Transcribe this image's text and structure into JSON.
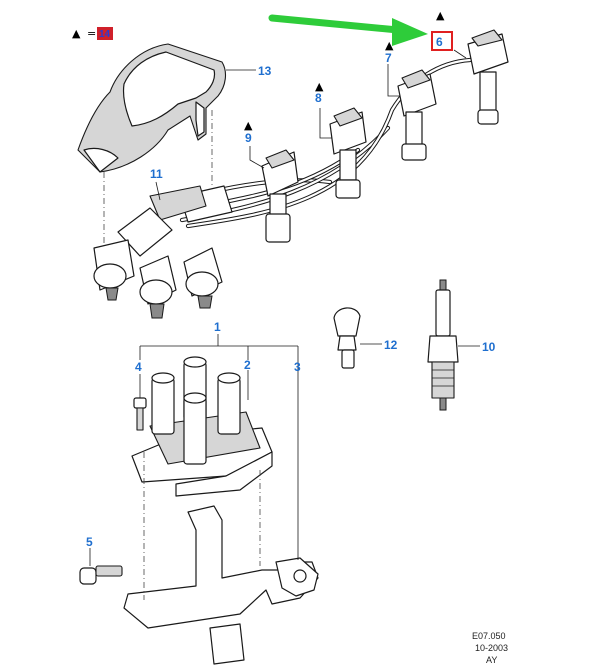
{
  "legend": {
    "triangle": "▲",
    "equals": "=",
    "badge": "14",
    "badge_color": "#d0202a",
    "badge_text_color": "#2b3bd1"
  },
  "callouts": {
    "c1": "1",
    "c2": "2",
    "c3": "3",
    "c4": "4",
    "c5": "5",
    "c6": "6",
    "c7": "7",
    "c8": "8",
    "c9": "9",
    "c10": "10",
    "c11": "11",
    "c12": "12",
    "c13": "13"
  },
  "markers": {
    "triangle": "▲"
  },
  "highlight": {
    "box_color": "#e02020",
    "arrow_color": "#2ecc3a"
  },
  "stamp": {
    "line1": "E07.050",
    "line2": "10-2003",
    "line3": "AY"
  },
  "colors": {
    "callout": "#1f6fcf",
    "line": "#1a1a1a"
  }
}
